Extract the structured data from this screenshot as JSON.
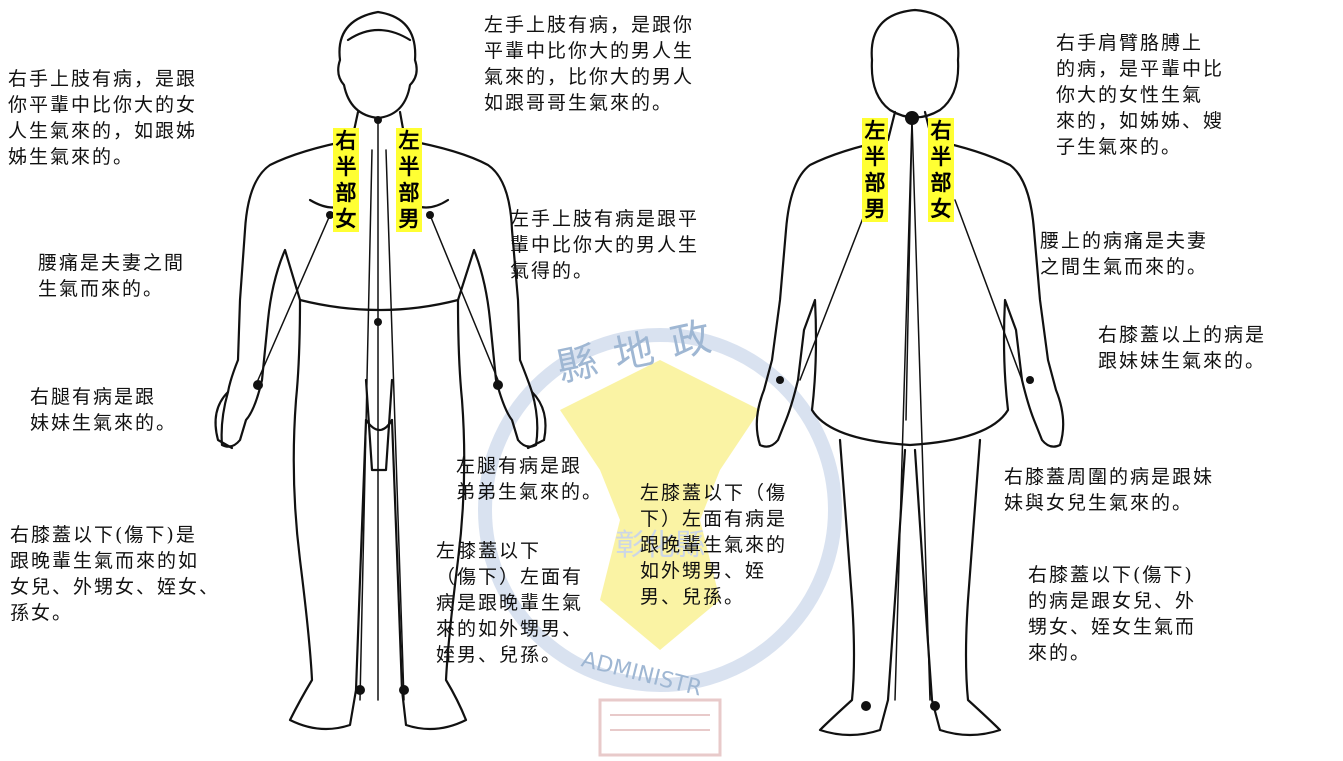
{
  "watermark": {
    "top_text": "縣地政",
    "middle_text": "彰化縣",
    "bottom_text": "ADMINISTR",
    "colors": {
      "blue": "#5d88bd",
      "yellow": "#f6e95a"
    }
  },
  "labels": {
    "front_right_half": "右半部女",
    "front_left_half": "左半部男",
    "back_left_half": "左半部男",
    "back_right_half": "右半部女"
  },
  "notes": {
    "front_right_upper_limb": "右手上肢有病，是跟\n你平輩中比你大的女\n人生氣來的，如跟姊\n姊生氣來的。",
    "front_left_upper_limb_top": "左手上肢有病，是跟你\n平輩中比你大的男人生\n氣來的，比你大的男人\n如跟哥哥生氣來的。",
    "front_left_upper_limb_mid": "左手上肢有病是跟平\n輩中比你大的男人生\n氣得的。",
    "front_waist": "腰痛是夫妻之間\n生氣而來的。",
    "front_right_leg": "右腿有病是跟\n妹妹生氣來的。",
    "front_right_below_knee": "右膝蓋以下(傷下)是\n跟晚輩生氣而來的如\n女兒、外甥女、姪女、\n孫女。",
    "front_left_leg": "左腿有病是跟\n弟弟生氣來的。",
    "front_left_below_knee_a": "左膝蓋以下（傷\n下）左面有病是\n跟晚輩生氣來的\n如外甥男、姪\n男、兒孫。",
    "front_left_below_knee_b": "左膝蓋以下\n（傷下）左面有\n病是跟晚輩生氣\n來的如外甥男、\n姪男、兒孫。",
    "back_right_shoulder": "右手肩臂胳膊上\n的病，是平輩中比\n你大的女性生氣\n來的，如姊姊、嫂\n子生氣來的。",
    "back_waist": "腰上的病痛是夫妻\n之間生氣而來的。",
    "back_right_above_knee": "右膝蓋以上的病是\n跟妹妹生氣來的。",
    "back_right_around_knee": "右膝蓋周圍的病是跟妹\n妹與女兒生氣來的。",
    "back_right_below_knee": "右膝蓋以下(傷下)\n的病是跟女兒、外\n甥女、姪女生氣而\n來的。"
  }
}
